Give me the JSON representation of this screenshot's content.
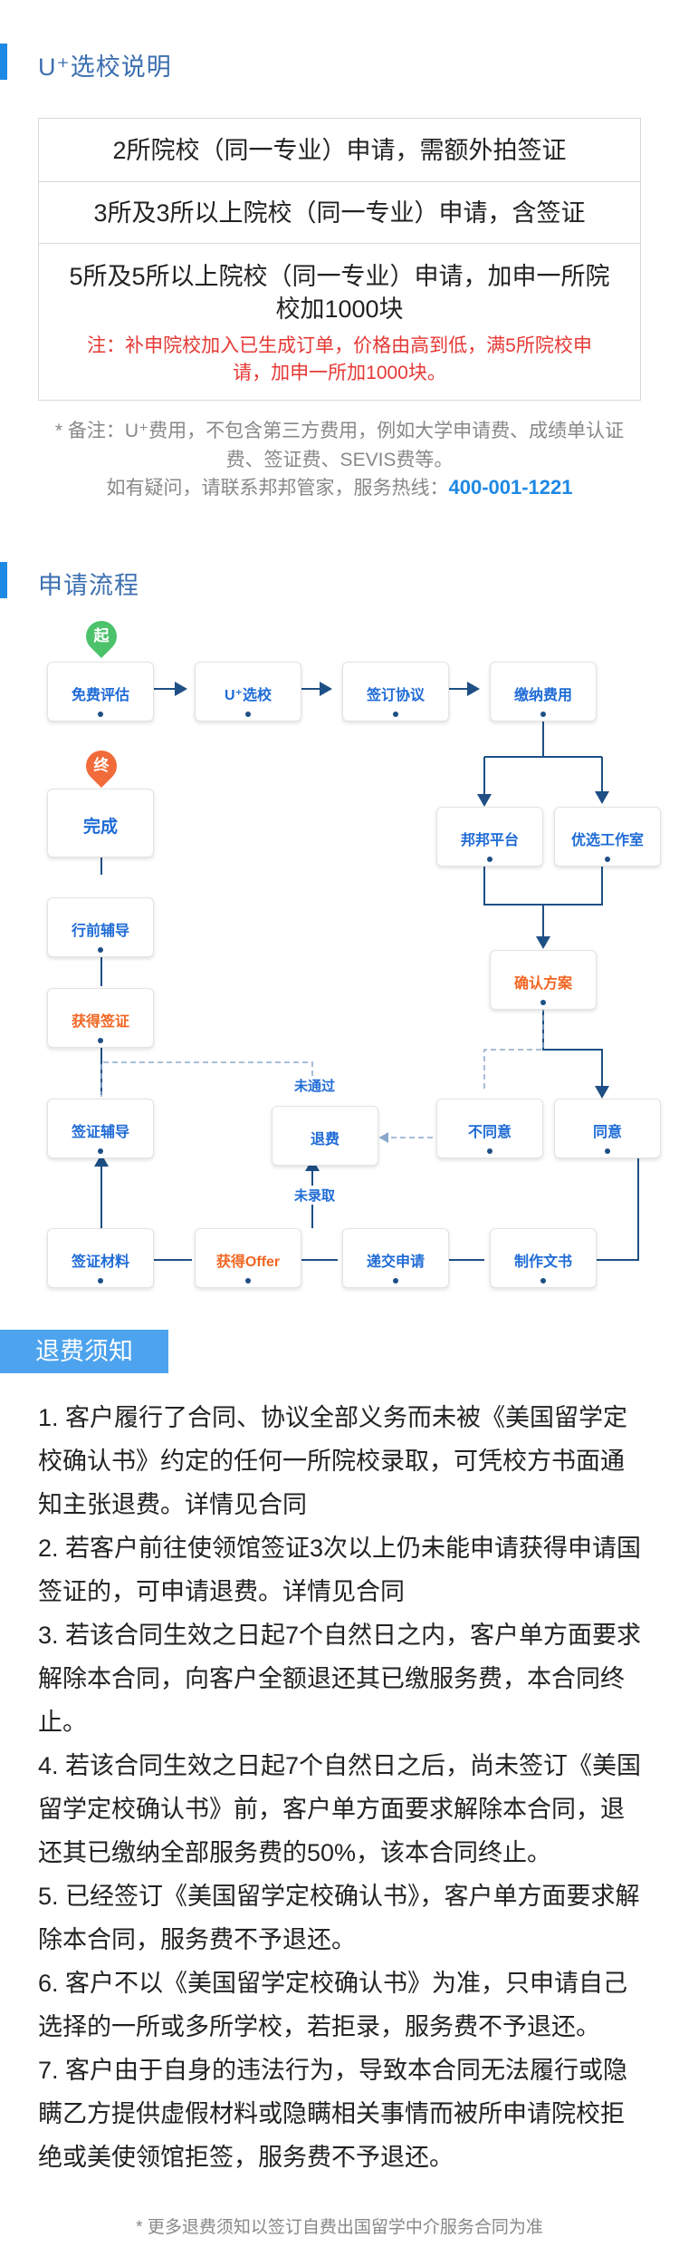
{
  "section_school": {
    "title": "U⁺选校说明"
  },
  "notes": {
    "row1": "2所院校（同一专业）申请，需额外拍签证",
    "row2": "3所及3所以上院校（同一专业）申请，含签证",
    "row3": "5所及5所以上院校（同一专业）申请，加申一所院校加1000块",
    "row3_note": "注：补申院校加入已生成订单，价格由高到低，满5所院校申请，加申一所加1000块。"
  },
  "remark": "* 备注：U⁺费用，不包含第三方费用，例如大学申请费、成绩单认证费、签证费、SEVIS费等。",
  "contact": {
    "text": "如有疑问，请联系邦邦管家，服务热线：",
    "hotline": "400-001-1221"
  },
  "section_flow": {
    "title": "申请流程"
  },
  "flow": {
    "start_pin": "起",
    "end_pin": "终",
    "free_eval": "免费评估",
    "u_select": "U⁺选校",
    "sign_agreement": "签订协议",
    "pay_fee": "缴纳费用",
    "bangbang": "邦邦平台",
    "studio": "优选工作室",
    "confirm_plan": "确认方案",
    "disagree": "不同意",
    "agree": "同意",
    "refund": "退费",
    "not_passed": "未通过",
    "not_admitted": "未录取",
    "visa_guidance": "签证辅导",
    "get_visa": "获得签证",
    "pre_departure": "行前辅导",
    "done": "完成",
    "visa_materials": "签证材料",
    "get_offer": "获得Offer",
    "submit_app": "递交申请",
    "make_docs": "制作文书"
  },
  "refund_section": {
    "tag": "退费须知",
    "items": [
      "1.  客户履行了合同、协议全部义务而未被《美国留学定校确认书》约定的任何一所院校录取，可凭校方书面通知主张退费。详情见合同",
      "2.  若客户前往使领馆签证3次以上仍未能申请获得申请国签证的，可申请退费。详情见合同",
      "3.  若该合同生效之日起7个自然日之内，客户单方面要求解除本合同，向客户全额退还其已缴服务费，本合同终止。",
      "4.  若该合同生效之日起7个自然日之后，尚未签订《美国留学定校确认书》前，客户单方面要求解除本合同，退还其已缴纳全部服务费的50%，该本合同终止。",
      "5.  已经签订《美国留学定校确认书》，客户单方面要求解除本合同，服务费不予退还。",
      "6.  客户不以《美国留学定校确认书》为准，只申请自己选择的一所或多所学校，若拒录，服务费不予退还。",
      "7.  客户由于自身的违法行为，导致本合同无法履行或隐瞒乙方提供虚假材料或隐瞒相关事情而被所申请院校拒绝或美使领馆拒签，服务费不予退还。"
    ],
    "footnote": "* 更多退费须知以签订自费出国留学中介服务合同为准"
  }
}
